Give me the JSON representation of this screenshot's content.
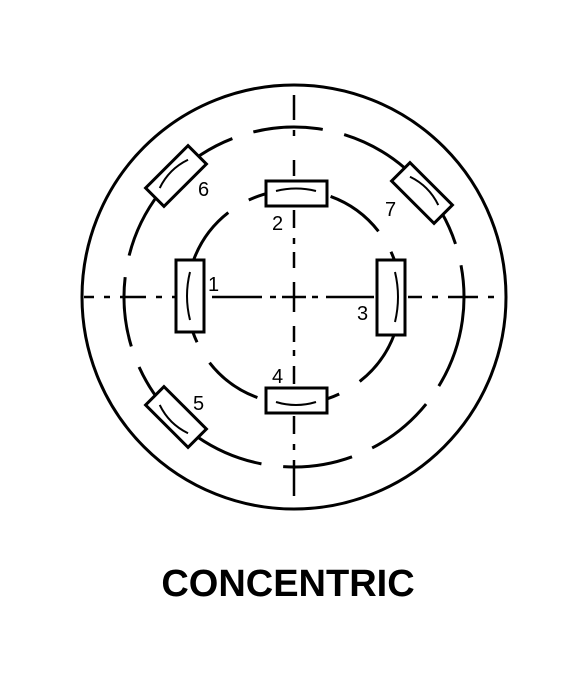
{
  "caption": "CONCENTRIC",
  "pins": [
    {
      "label": "1"
    },
    {
      "label": "2"
    },
    {
      "label": "3"
    },
    {
      "label": "4"
    },
    {
      "label": "5"
    },
    {
      "label": "6"
    },
    {
      "label": "7"
    }
  ],
  "colors": {
    "stroke": "#000000",
    "background": "#ffffff"
  }
}
